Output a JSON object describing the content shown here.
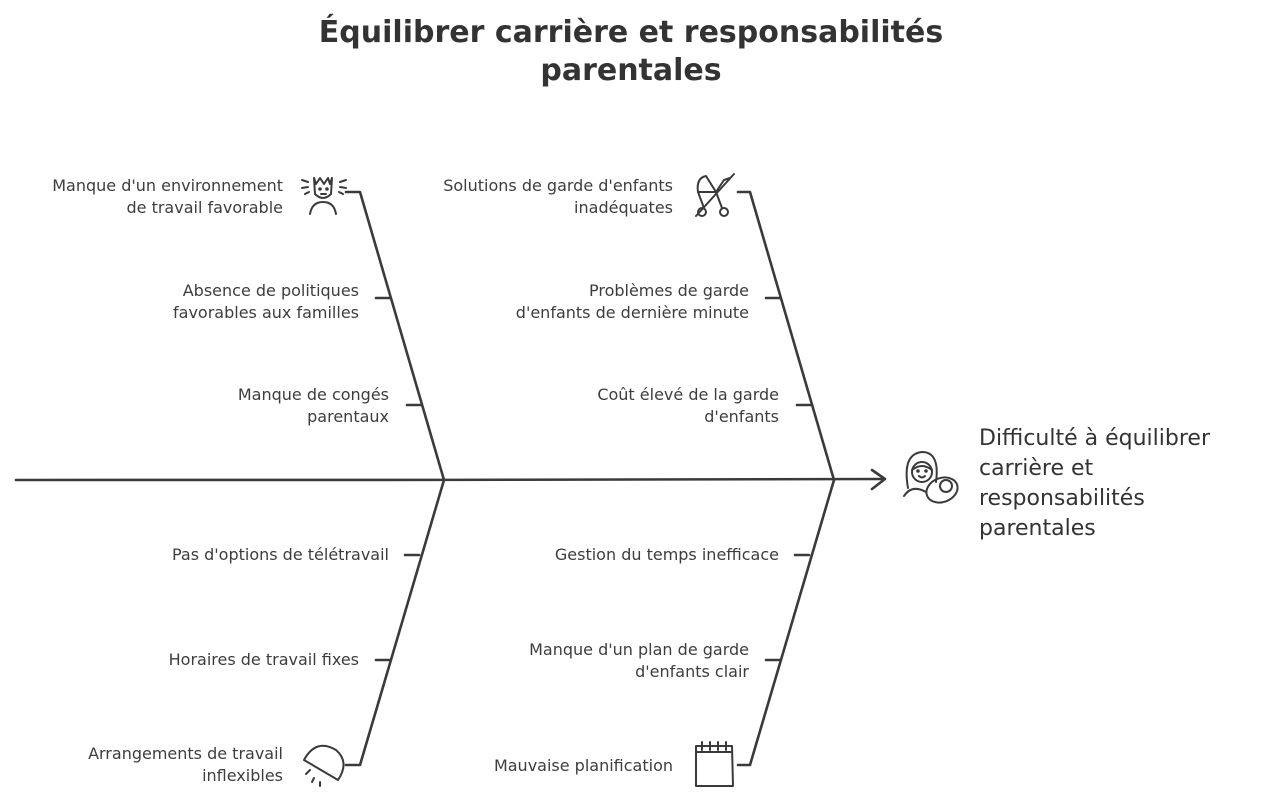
{
  "title": {
    "line1": "Équilibrer carrière et responsabilités",
    "line2": "parentales"
  },
  "effect": {
    "line1": "Difficulté à équilibrer",
    "line2": "carrière et",
    "line3": "responsabilités",
    "line4": "parentales",
    "icon": "mother-baby-icon"
  },
  "categories": {
    "top_left": {
      "cause": {
        "line1": "Manque d'un environnement",
        "line2": "de travail favorable"
      },
      "icon": "stressed-worker-icon",
      "subcauses": [
        {
          "line1": "Absence de politiques",
          "line2": "favorables aux familles"
        },
        {
          "line1": "Manque de congés",
          "line2": "parentaux"
        }
      ]
    },
    "top_right": {
      "cause": {
        "line1": "Solutions de garde d'enfants",
        "line2": "inadéquates"
      },
      "icon": "crossed-stroller-icon",
      "subcauses": [
        {
          "line1": "Problèmes de garde",
          "line2": "d'enfants de dernière minute"
        },
        {
          "line1": "Coût élevé de la garde",
          "line2": "d'enfants"
        }
      ]
    },
    "bottom_left": {
      "cause": {
        "line1": "Arrangements de travail",
        "line2": "inflexibles"
      },
      "icon": "umbrella-icon",
      "subcauses": [
        {
          "line1": "Pas d'options de télétravail",
          "line2": ""
        },
        {
          "line1": "Horaires de travail fixes",
          "line2": ""
        }
      ]
    },
    "bottom_right": {
      "cause": {
        "line1": "Mauvaise planification",
        "line2": ""
      },
      "icon": "calendar-icon",
      "subcauses": [
        {
          "line1": "Gestion du temps inefficace",
          "line2": ""
        },
        {
          "line1": "Manque d'un plan de garde",
          "line2": "d'enfants clair"
        }
      ]
    }
  },
  "colors": {
    "stroke": "#3a3a3a",
    "text": "#3d3d3d",
    "background": "#ffffff"
  }
}
